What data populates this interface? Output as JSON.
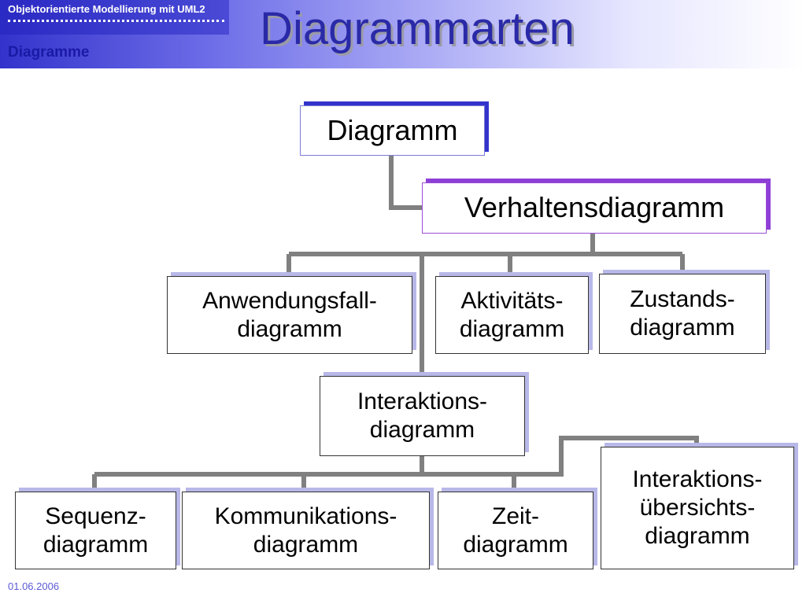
{
  "header": {
    "course": "Objektorientierte Modellierung mit UML2",
    "section": "Diagramme",
    "title": "Diagrammarten"
  },
  "nodes": {
    "diagramm": "Diagramm",
    "verhalten": "Verhaltensdiagramm",
    "anwendungsfall": [
      "Anwendungsfall-",
      "diagramm"
    ],
    "aktivitaet": [
      "Aktivitäts-",
      "diagramm"
    ],
    "zustand": [
      "Zustands-",
      "diagramm"
    ],
    "interaktion": [
      "Interaktions-",
      "diagramm"
    ],
    "sequenz": [
      "Sequenz-",
      "diagramm"
    ],
    "kommunikation": [
      "Kommunikations-",
      "diagramm"
    ],
    "zeit": [
      "Zeit-",
      "diagramm"
    ],
    "uebersicht": [
      "Interaktions-",
      "übersichts-",
      "diagramm"
    ]
  },
  "footer": {
    "date": "01.06.2006"
  },
  "colors": {
    "header_dark": "#3333cc",
    "title": "#2a2aa8",
    "connector": "#808080",
    "date": "#5a5ad6"
  }
}
